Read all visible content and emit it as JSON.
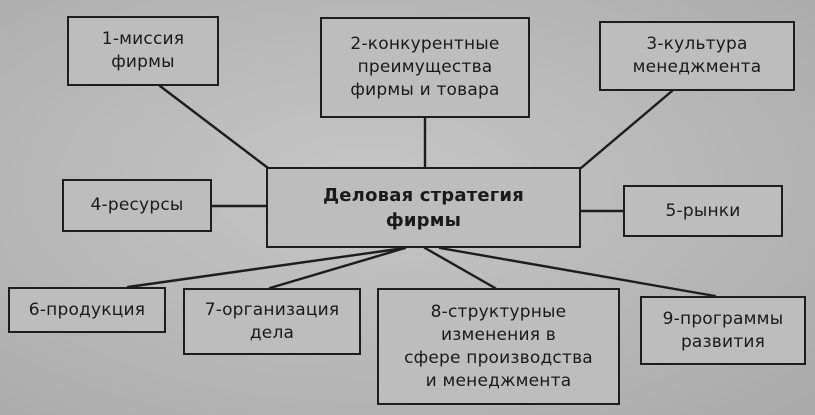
{
  "center": {
    "label": "Деловая стратегия\nфирмы"
  },
  "factors": [
    {
      "label": "1-миссия\nфирмы"
    },
    {
      "label": "2-конкурентные\nпреимущества\nфирмы и товара"
    },
    {
      "label": "3-культура\nменеджмента"
    },
    {
      "label": "4-ресурсы"
    },
    {
      "label": "5-рынки"
    },
    {
      "label": "6-продукция"
    },
    {
      "label": "7-организация\nдела"
    },
    {
      "label": "8-структурные\nизменения в\nсфере производства\nи менеджмента"
    },
    {
      "label": "9-программы\nразвития"
    }
  ]
}
